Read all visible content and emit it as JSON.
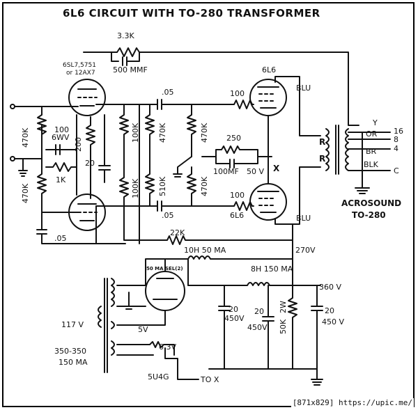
{
  "title": "6L6 CIRCUIT WITH TO-280 TRANSFORMER",
  "tubes": {
    "input": "6SL7,5751",
    "input_alt": "or 12AX7",
    "output_top": "6L6",
    "output_bottom": "6L6",
    "rectifier": "5U4G"
  },
  "components": {
    "feedback_r": "3.3K",
    "feedback_c": "500 MMF",
    "grid_r_top": "470K",
    "grid_r_bottom": "470K",
    "cath_c": "100",
    "cath_c2": "6WV",
    "cath_r1": "1K",
    "cath_r2": "200",
    "cap20": "20",
    "plate_r1": "100K",
    "plate_r2": "100K",
    "coup_c_top": ".05",
    "coup_c_bottom": ".05",
    "grid_470k_a": "470K",
    "grid_510k": "510K",
    "grid_470k_b": "470K",
    "grid_470k_c": "470K",
    "stop_r_top": "100",
    "stop_r_bottom": "100",
    "stop_r_bottom_tube": "6L6",
    "r250": "250",
    "c100mf": "100MF",
    "c100mf_v": "50 V",
    "x_label": "X",
    "input_c": ".05",
    "r22k": "22K",
    "choke1": "10H 50 MA",
    "choke2": "8H 150 MA",
    "c_450_1": "20",
    "c_450_1v": "450V",
    "c_450_2": "20",
    "c_450_2v": "450V",
    "c_450_3": "20",
    "c_450_3v": "450 V",
    "r50k": "50K",
    "r50k_w": "2W",
    "v270": "270V",
    "v360": "360 V",
    "blu_top": "BLU",
    "blu_bottom": "BLU",
    "r_top": "R",
    "r_bottom": "R"
  },
  "transformer": {
    "taps": [
      "Y",
      "OR",
      "BR",
      "BLK"
    ],
    "tap_values": [
      "16",
      "8",
      "4",
      "C"
    ],
    "name1": "ACROSOUND",
    "name2": "TO-280"
  },
  "power": {
    "mains": "117 V",
    "hv": "350-350",
    "hv_ma": "150 MA",
    "fil5": "5V",
    "fil63": "6.3V",
    "to_x": "TO X",
    "note": "50 MA SEL(2)"
  },
  "watermark": "[871x829] https://upic.me/"
}
